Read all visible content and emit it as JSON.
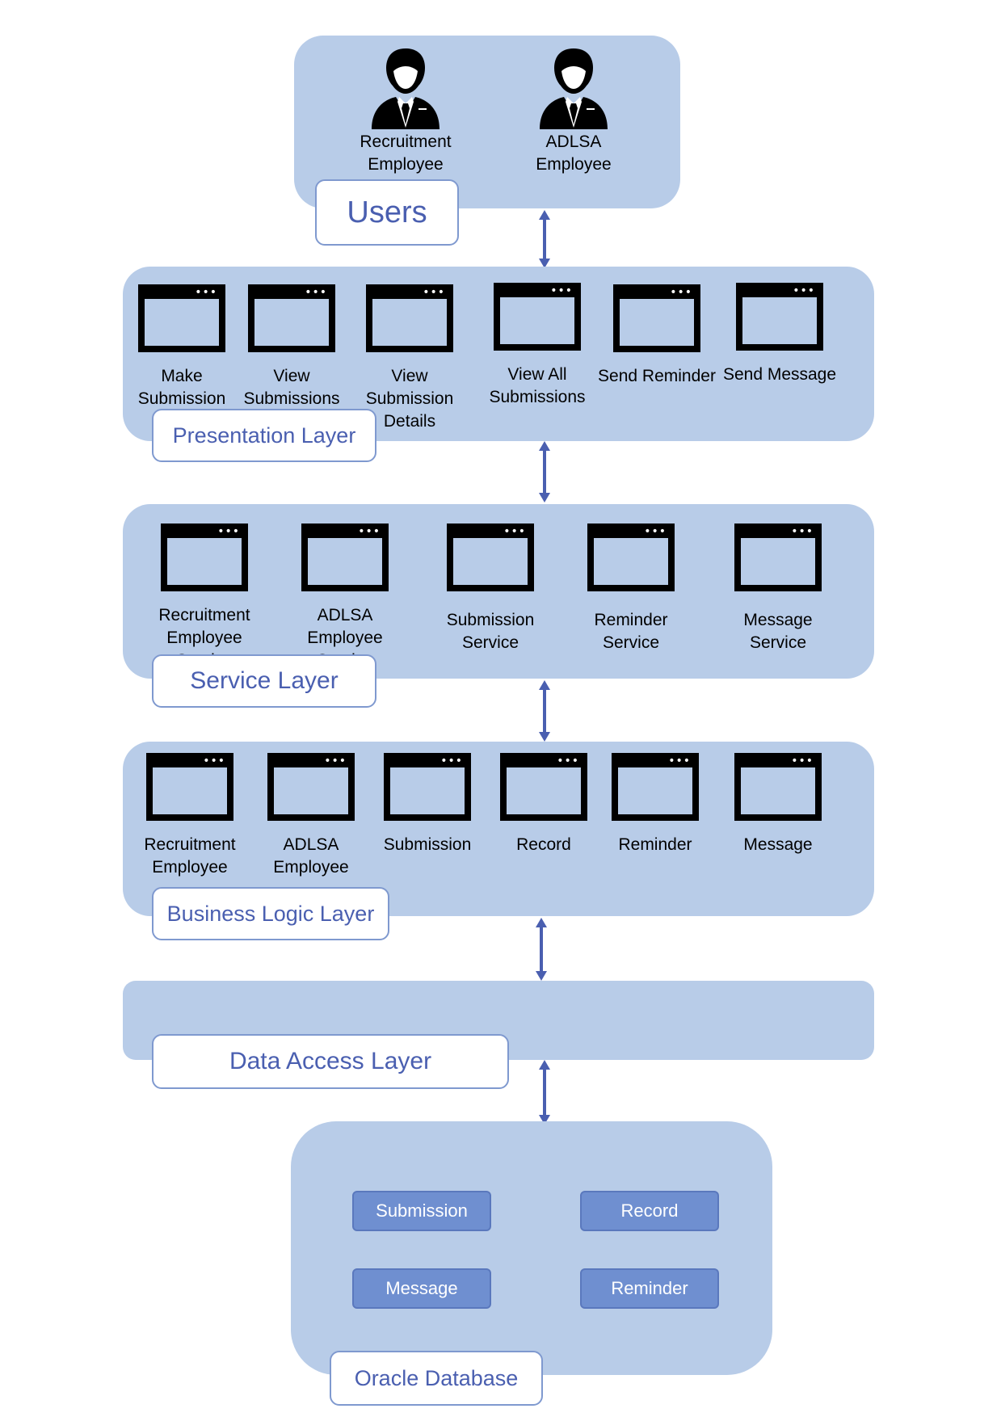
{
  "users": {
    "title": "Users",
    "items": [
      {
        "label": "Recruitment\nEmployee",
        "icon": "employee-icon"
      },
      {
        "label": "ADLSA\nEmployee",
        "icon": "employee-icon"
      }
    ]
  },
  "presentation": {
    "title": "Presentation Layer",
    "items": [
      {
        "label": "Make\nSubmission"
      },
      {
        "label": "View\nSubmissions"
      },
      {
        "label": "View Submission\nDetails"
      },
      {
        "label": "View All\nSubmissions"
      },
      {
        "label": "Send Reminder"
      },
      {
        "label": "Send Message"
      }
    ]
  },
  "service": {
    "title": "Service Layer",
    "items": [
      {
        "label": "Recruitment\nEmployee Service"
      },
      {
        "label": "ADLSA Employee\nService"
      },
      {
        "label": "Submission\nService"
      },
      {
        "label": "Reminder\nService"
      },
      {
        "label": "Message\nService"
      }
    ]
  },
  "business": {
    "title": "Business Logic Layer",
    "items": [
      {
        "label": "Recruitment\nEmployee"
      },
      {
        "label": "ADLSA\nEmployee"
      },
      {
        "label": "Submission"
      },
      {
        "label": "Record"
      },
      {
        "label": "Reminder"
      },
      {
        "label": "Message"
      }
    ]
  },
  "data_access": {
    "title": "Data Access Layer"
  },
  "database": {
    "title": "Oracle Database",
    "tables": [
      "Submission",
      "Record",
      "Message",
      "Reminder"
    ]
  },
  "colors": {
    "panel": "#b8cce8",
    "accent": "#4a5fb0",
    "arrow": "#4a5fb0",
    "db_table": "#6f8fd0"
  }
}
